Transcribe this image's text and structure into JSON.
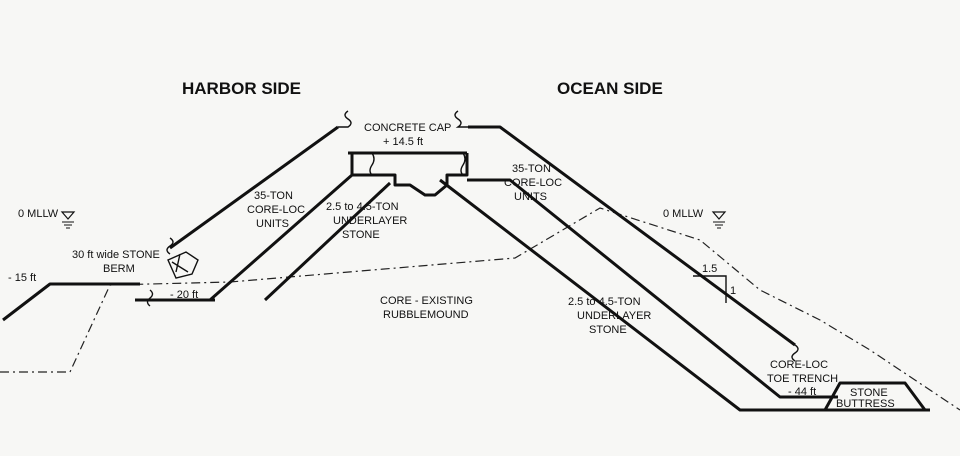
{
  "headings": {
    "harbor": "HARBOR SIDE",
    "ocean": "OCEAN SIDE"
  },
  "labels": {
    "concrete_cap": "CONCRETE CAP",
    "cap_elevation": "+ 14.5 ft",
    "harbor_units": [
      "35-TON",
      "CORE-LOC",
      "UNITS"
    ],
    "harbor_underlayer": [
      "2.5 to 4.5-TON",
      "UNDERLAYER",
      "STONE"
    ],
    "ocean_units": [
      "35-TON",
      "CORE-LOC",
      "UNITS"
    ],
    "ocean_underlayer": [
      "2.5 to 4.5-TON",
      "UNDERLAYER",
      "STONE"
    ],
    "core": [
      "CORE - EXISTING",
      "RUBBLEMOUND"
    ],
    "berm": [
      "30 ft wide STONE",
      "BERM"
    ],
    "harbor_mllw": "0  MLLW",
    "ocean_mllw": "0  MLLW",
    "harbor_seabed": "- 15 ft",
    "berm_elevation": "- 20 ft",
    "toe_trench": [
      "CORE-LOC",
      "TOE TRENCH"
    ],
    "toe_elevation": "- 44 ft",
    "buttress": [
      "STONE",
      "BUTTRESS"
    ],
    "slope_h": "1.5",
    "slope_v": "1"
  }
}
